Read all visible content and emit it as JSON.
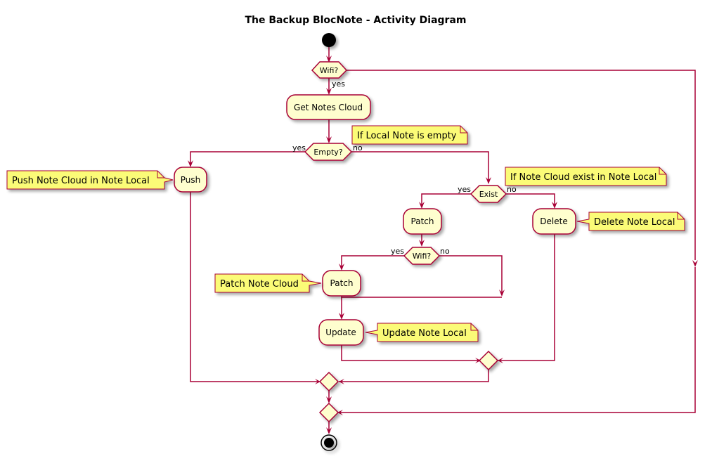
{
  "diagram": {
    "title": "The Backup BlocNote - Activity Diagram",
    "activities": {
      "get_notes_cloud": "Get Notes Cloud",
      "push": "Push",
      "patch_local": "Patch",
      "delete": "Delete",
      "patch_cloud": "Patch",
      "update": "Update"
    },
    "decisions": {
      "wifi_1": "Wifi?",
      "empty": "Empty?",
      "exist": "Exist",
      "wifi_2": "Wifi?"
    },
    "branch_labels": {
      "wifi_1_yes": "yes",
      "empty_yes": "yes",
      "empty_no": "no",
      "exist_yes": "yes",
      "exist_no": "no",
      "wifi_2_yes": "yes",
      "wifi_2_no": "no"
    },
    "notes": {
      "local_empty": "If Local Note is empty",
      "push": "Push Note Cloud in Note Local",
      "cloud_exist": "If Note Cloud exist in Note Local",
      "delete": "Delete Note Local",
      "patch_cloud": "Patch Note Cloud",
      "update": "Update Note Local"
    },
    "colors": {
      "border": "#A80036",
      "activity_fill": "#FEFECE",
      "note_fill": "#FBFB77"
    }
  }
}
